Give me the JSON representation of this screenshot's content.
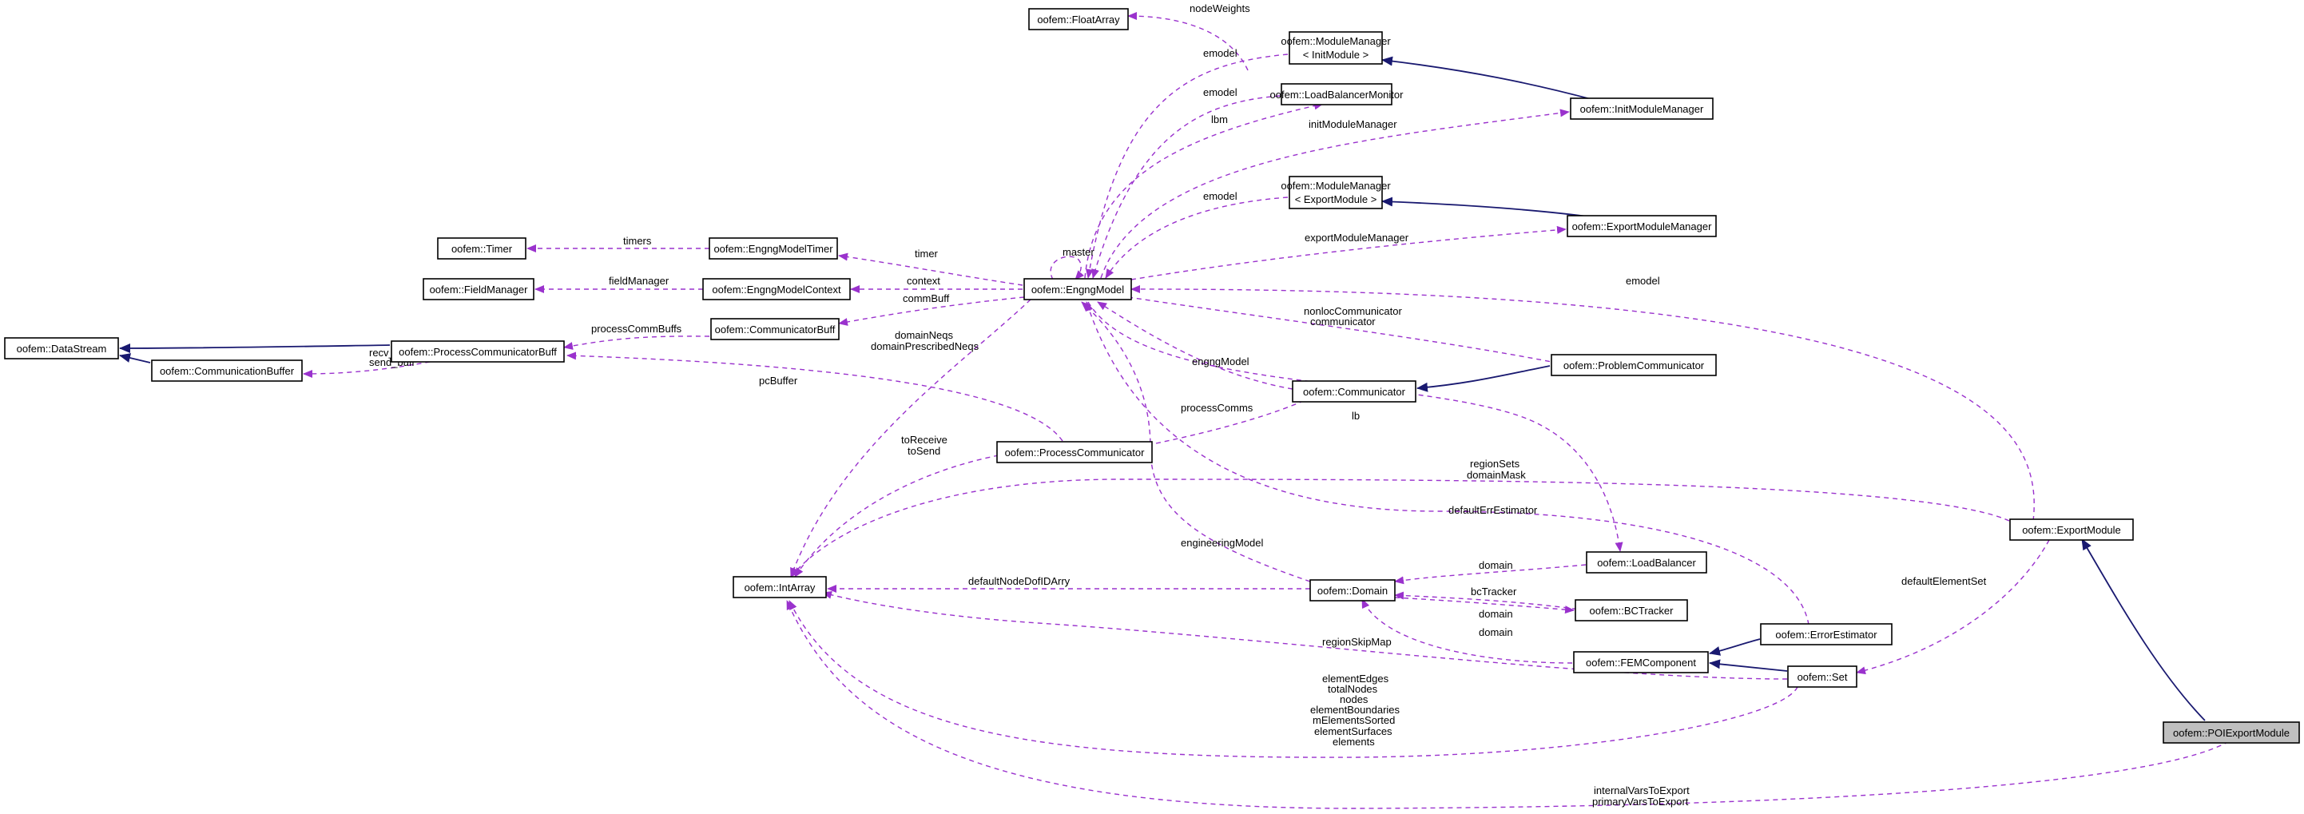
{
  "nodes": {
    "FloatArray": "oofem::FloatArray",
    "ModuleManagerInit_1": "oofem::ModuleManager",
    "ModuleManagerInit_2": "< InitModule >",
    "LoadBalancerMonitor": "oofem::LoadBalancerMonitor",
    "InitModuleManager": "oofem::InitModuleManager",
    "ModuleManagerExport_1": "oofem::ModuleManager",
    "ModuleManagerExport_2": "< ExportModule >",
    "ExportModuleManager": "oofem::ExportModuleManager",
    "Timer": "oofem::Timer",
    "EngngModelTimer": "oofem::EngngModelTimer",
    "FieldManager": "oofem::FieldManager",
    "EngngModelContext": "oofem::EngngModelContext",
    "EngngModel": "oofem::EngngModel",
    "DataStream": "oofem::DataStream",
    "ProcessCommunicatorBuff": "oofem::ProcessCommunicatorBuff",
    "CommunicatorBuff": "oofem::CommunicatorBuff",
    "CommunicationBuffer": "oofem::CommunicationBuffer",
    "ProblemCommunicator": "oofem::ProblemCommunicator",
    "Communicator": "oofem::Communicator",
    "ProcessCommunicator": "oofem::ProcessCommunicator",
    "ExportModule": "oofem::ExportModule",
    "LoadBalancer": "oofem::LoadBalancer",
    "IntArray": "oofem::IntArray",
    "Domain": "oofem::Domain",
    "BCTracker": "oofem::BCTracker",
    "ErrorEstimator": "oofem::ErrorEstimator",
    "FEMComponent": "oofem::FEMComponent",
    "Set": "oofem::Set",
    "POIExportModule": "oofem::POIExportModule"
  },
  "edge_labels": {
    "nodeWeights": "nodeWeights",
    "emodel_mm_init": "emodel",
    "emodel_lbm": "emodel",
    "lbm": "lbm",
    "initModuleManager": "initModuleManager",
    "emodel_mm_export": "emodel",
    "exportModuleManager": "exportModuleManager",
    "timers": "timers",
    "timer": "timer",
    "master": "master",
    "fieldManager": "fieldManager",
    "context": "context",
    "commBuff": "commBuff",
    "emodel_export": "emodel",
    "processCommBuffs": "processCommBuffs",
    "recv_buff": "recv_buff",
    "send_buff": "send_buff",
    "domainNeqs": "domainNeqs",
    "domainPrescribedNeqs": "domainPrescribedNeqs",
    "nonlocCommunicator": "nonlocCommunicator",
    "communicator": "communicator",
    "engngModel": "engngModel",
    "pcBuffer": "pcBuffer",
    "processComms": "processComms",
    "lb": "lb",
    "toReceive": "toReceive",
    "toSend": "toSend",
    "regionSets": "regionSets",
    "domainMask": "domainMask",
    "defaultErrEstimator": "defaultErrEstimator",
    "engineeringModel": "engineeringModel",
    "domain_lb": "domain",
    "defaultNodeDofIDArry": "defaultNodeDofIDArry",
    "bcTracker": "bcTracker",
    "domain_bct": "domain",
    "domain_fem": "domain",
    "defaultElementSet": "defaultElementSet",
    "regionSkipMap": "regionSkipMap",
    "elementEdges": "elementEdges",
    "totalNodes": "totalNodes",
    "nodes": "nodes",
    "elementBoundaries": "elementBoundaries",
    "mElementsSorted": "mElementsSorted",
    "elementSurfaces": "elementSurfaces",
    "elements": "elements",
    "internalVarsToExport": "internalVarsToExport",
    "primaryVarsToExport": "primaryVarsToExport"
  },
  "colors": {
    "usage_edge": "#9a32cd",
    "inheritance_edge": "#191970",
    "focus_fill": "#bfbfbf"
  }
}
